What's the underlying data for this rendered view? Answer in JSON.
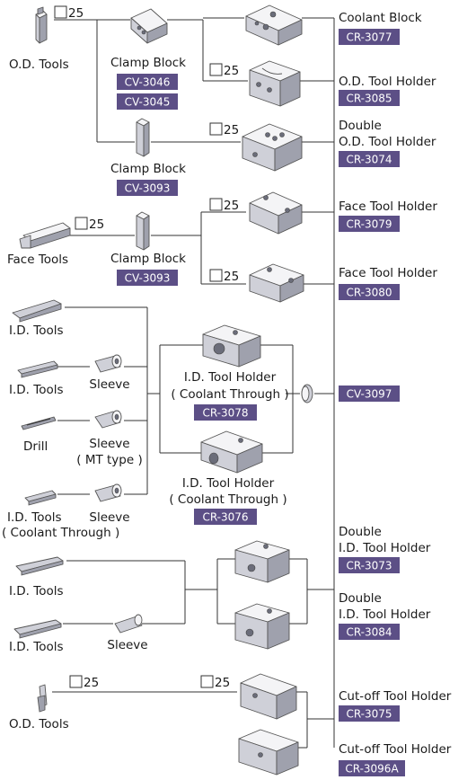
{
  "square_label": "25",
  "colors": {
    "badge": "#5c4f86",
    "line": "#333333"
  },
  "labels": {
    "od_tools_1": "O.D. Tools",
    "clamp_block_1": "Clamp Block",
    "clamp_block_2": "Clamp Block",
    "clamp_block_3": "Clamp Block",
    "coolant_block": "Coolant Block",
    "od_tool_holder": "O.D. Tool Holder",
    "double_1": "Double",
    "double_od_tool_holder": "O.D. Tool Holder",
    "face_tool_holder_1": "Face Tool Holder",
    "face_tool_holder_2": "Face Tool Holder",
    "face_tools": "Face Tools",
    "id_tools_1": "I.D. Tools",
    "id_tools_2": "I.D. Tools",
    "sleeve_1": "Sleeve",
    "drill": "Drill",
    "sleeve_2": "Sleeve",
    "mt_type": "( MT type )",
    "id_tools_3": "I.D. Tools",
    "sleeve_3": "Sleeve",
    "coolant_through_1": "( Coolant Through )",
    "id_tool_holder_1": "I.D. Tool Holder",
    "coolant_through_2": "( Coolant Through )",
    "id_tool_holder_2": "I.D. Tool Holder",
    "coolant_through_3": "( Coolant Through )",
    "double_2": "Double",
    "double_id_tool_holder_1": "I.D. Tool Holder",
    "double_3": "Double",
    "double_id_tool_holder_2": "I.D. Tool Holder",
    "id_tools_4": "I.D. Tools",
    "id_tools_5": "I.D. Tools",
    "sleeve_4": "Sleeve",
    "od_tools_2": "O.D. Tools",
    "cutoff_1": "Cut-off Tool Holder",
    "cutoff_2": "Cut-off Tool Holder"
  },
  "codes": {
    "cv3046": "CV-3046",
    "cv3045": "CV-3045",
    "cv3093a": "CV-3093",
    "cv3093b": "CV-3093",
    "cr3077": "CR-3077",
    "cr3085": "CR-3085",
    "cr3074": "CR-3074",
    "cr3079": "CR-3079",
    "cr3080": "CR-3080",
    "cr3078": "CR-3078",
    "cr3076": "CR-3076",
    "cv3097": "CV-3097",
    "cr3073": "CR-3073",
    "cr3084": "CR-3084",
    "cr3075": "CR-3075",
    "cr3096a": "CR-3096A"
  }
}
